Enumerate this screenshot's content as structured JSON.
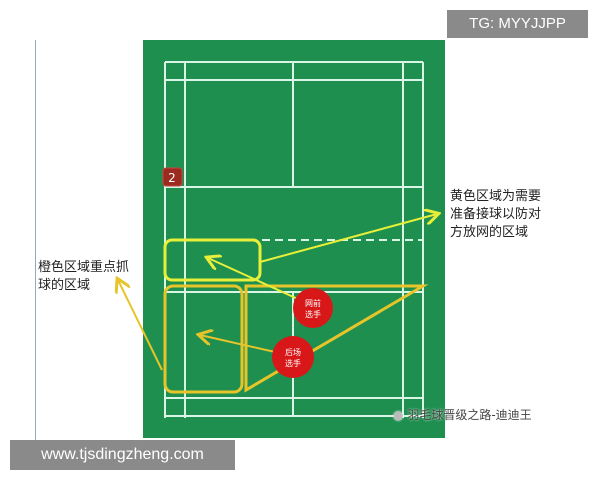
{
  "colors": {
    "court": "#1e8f4f",
    "lines": "#d9f5e6",
    "yellow": "#e8ef3a",
    "orange": "#e6c42a",
    "red": "#d81818",
    "badge": "#9b2a1f"
  },
  "badge": "2",
  "front_player": [
    "网前",
    "选手"
  ],
  "back_player": [
    "后场",
    "选手"
  ],
  "left_note": [
    "橙色区域重点抓",
    "球的区域"
  ],
  "right_note": [
    "黄色区域为需要",
    "准备接球以防对",
    "方放网的区域"
  ],
  "wechat_watermark": "羽毛球晋级之路-迪迪王",
  "watermark_top": "TG: MYYJJPP",
  "watermark_bottom": "www.tjsdingzheng.com"
}
